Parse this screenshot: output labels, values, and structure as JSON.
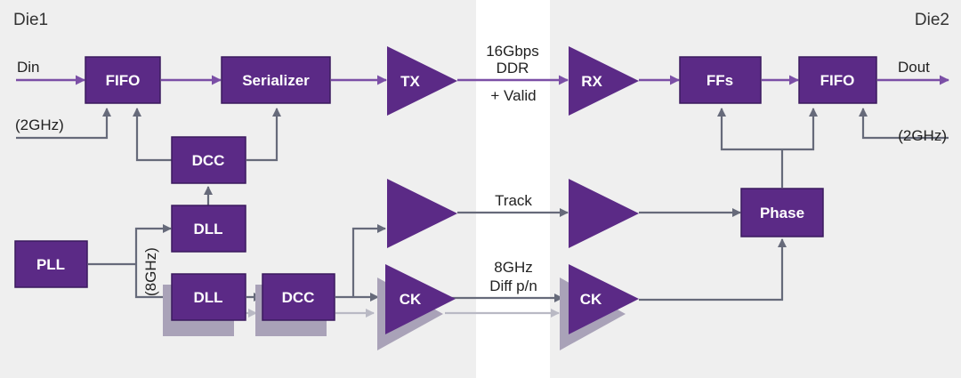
{
  "dies": {
    "left": "Die1",
    "right": "Die2"
  },
  "signals": {
    "din": "Din",
    "dout": "Dout",
    "clk_left": "(2GHz)",
    "clk_right": "(2GHz)",
    "pll_out": "(8GHz)",
    "data_rate_1": "16Gbps",
    "data_rate_2": "DDR",
    "valid": "+ Valid",
    "track": "Track",
    "ck_freq": "8GHz",
    "ck_diff": "Diff p/n"
  },
  "blocks": {
    "fifo_tx": "FIFO",
    "serializer": "Serializer",
    "dcc_top": "DCC",
    "dll_top": "DLL",
    "pll": "PLL",
    "dll_bottom": "DLL",
    "dcc_bottom": "DCC",
    "ffs": "FFs",
    "fifo_rx": "FIFO",
    "phase": "Phase"
  },
  "buffers": {
    "tx": "TX",
    "rx": "RX",
    "ck_tx": "CK",
    "ck_rx": "CK"
  },
  "colors": {
    "block": "#5b2a86",
    "shadow": "#a9a2b8",
    "background": "#efefef",
    "channel": "#ffffff"
  }
}
